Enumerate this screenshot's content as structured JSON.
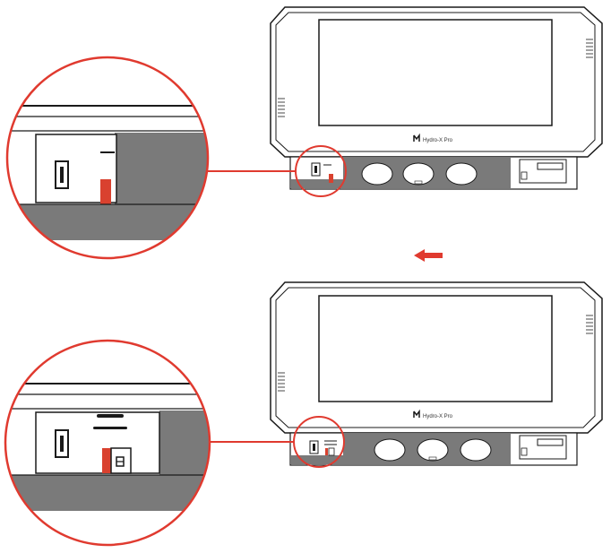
{
  "diagram": {
    "brand_logo_text": "Hydro-X Pro",
    "colors": {
      "outline": "#1a1a1a",
      "panel_gray": "#7a7a7a",
      "callout_red": "#e03a2f",
      "slider_red": "#d9412f",
      "background": "#ffffff"
    },
    "steps": [
      {
        "id": "step-top",
        "slider_state": "closed"
      },
      {
        "id": "step-bottom",
        "slider_state": "open"
      }
    ],
    "arrow": {
      "direction": "left",
      "icon": "left-arrow-icon"
    }
  }
}
